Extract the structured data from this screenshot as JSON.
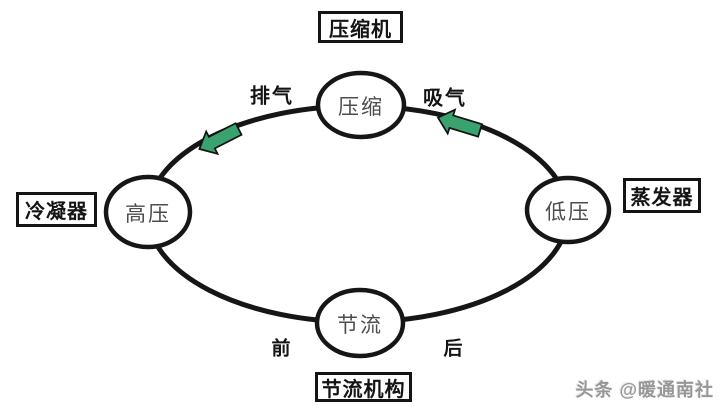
{
  "diagram": {
    "title_boxes": {
      "compressor": "压缩机",
      "condenser": "冷凝器",
      "evaporator": "蒸发器",
      "throttle_mechanism": "节流机构"
    },
    "nodes": {
      "compress": "压缩",
      "high_pressure": "高压",
      "low_pressure": "低压",
      "throttle": "节流"
    },
    "flow_labels": {
      "exhaust": "排气",
      "suction": "吸气",
      "before": "前",
      "after": "后"
    },
    "colors": {
      "arrow_green": "#3aa26e",
      "line_black": "#161616",
      "node_text_gray": "#4d4d4d"
    },
    "watermark": "头条 @暖通南社"
  }
}
